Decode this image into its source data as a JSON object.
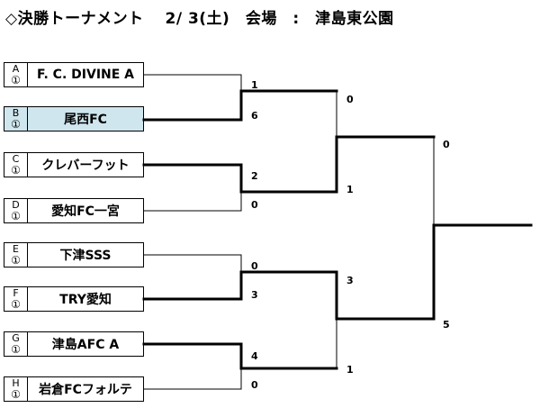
{
  "header": {
    "title": "◇決勝トーナメント　 2/ 3(土)　会場　:　津島東公園"
  },
  "teams": [
    {
      "letter": "A",
      "rank": "①",
      "name": "F. C. DIVINE A"
    },
    {
      "letter": "B",
      "rank": "①",
      "name": "尾西FC"
    },
    {
      "letter": "C",
      "rank": "①",
      "name": "クレバーフット"
    },
    {
      "letter": "D",
      "rank": "①",
      "name": "愛知FC一宮"
    },
    {
      "letter": "E",
      "rank": "①",
      "name": "下津SSS"
    },
    {
      "letter": "F",
      "rank": "①",
      "name": "TRY愛知"
    },
    {
      "letter": "G",
      "rank": "①",
      "name": "津島AFC A"
    },
    {
      "letter": "H",
      "rank": "①",
      "name": "岩倉FCフォルテ"
    }
  ],
  "highlight_color": "#cfe6ee",
  "scores": {
    "r1_m1_top": "1",
    "r1_m1_bottom": "6",
    "r1_m2_top": "2",
    "r1_m2_bottom": "0",
    "r1_m3_top": "0",
    "r1_m3_bottom": "3",
    "r1_m4_top": "4",
    "r1_m4_bottom": "0",
    "sf1_top": "0",
    "sf1_bottom": "1",
    "sf2_top": "3",
    "sf2_bottom": "1",
    "final_top": "0",
    "final_bottom": "5"
  }
}
